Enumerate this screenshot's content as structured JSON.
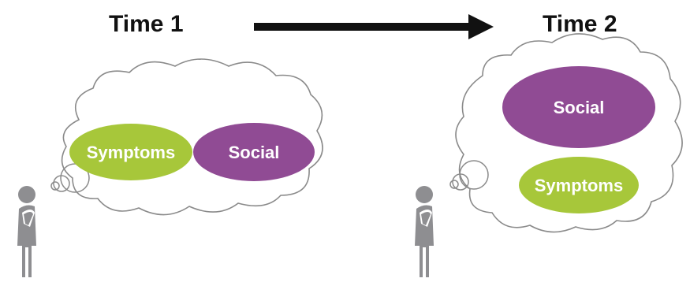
{
  "time_1": {
    "label": "Time 1",
    "bubble_left": "Symptoms",
    "bubble_right": "Social"
  },
  "time_2": {
    "label": "Time 2",
    "bubble_top": "Social",
    "bubble_bottom": "Symptoms"
  },
  "colors": {
    "symptoms_green": "#a7c73a",
    "social_purple": "#904b94",
    "person_gray": "#8e8e91",
    "arrow_black": "#111111",
    "cloud_outline": "#8a8a8a"
  },
  "icons": [
    "thinking-person-icon",
    "thought-cloud-icon",
    "arrow-right-icon"
  ]
}
